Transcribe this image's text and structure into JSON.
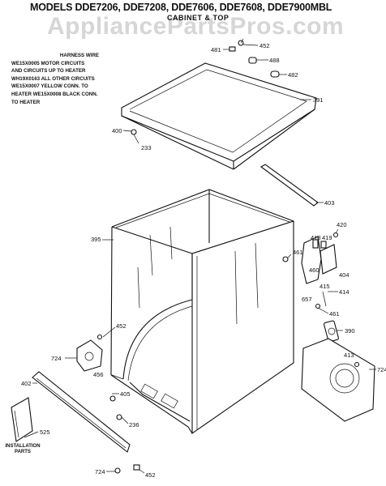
{
  "title": "MODELS DDE7206, DDE7208, DDE7606, DDE7608, DDE7900MBL",
  "subtitle": "CABINET & TOP",
  "watermark": "AppliancePartsPros.com",
  "harness_note": {
    "heading": "HARNESS WIRE",
    "lines": [
      "WE15X0005 MOTOR CIRCUITS",
      "AND CIRCUITS UP TO HEATER",
      "WH19X0163 ALL OTHER CIRCUITS",
      "WE15X0007 YELLOW CONN. TO",
      "HEATER WE15X0008 BLACK CONN.",
      "TO HEATER"
    ]
  },
  "installation_label": [
    "INSTALLATION",
    "PARTS"
  ],
  "callouts": {
    "c481": "481",
    "c452_top": "452",
    "c488": "488",
    "c482": "482",
    "c391": "391",
    "c400": "400",
    "c233": "233",
    "c403": "403",
    "c395": "395",
    "c420": "420",
    "c418": "418",
    "c419": "419",
    "c460": "460",
    "c461_a": "461",
    "c404": "404",
    "c657": "657",
    "c415": "415",
    "c414": "414",
    "c461_b": "461",
    "c390": "390",
    "c413": "413",
    "c724_r": "724",
    "c452_l": "452",
    "c724_l": "724",
    "c456": "456",
    "c402": "402",
    "c405": "405",
    "c236": "236",
    "c525": "525",
    "c724_b": "724",
    "c452_b": "452"
  }
}
